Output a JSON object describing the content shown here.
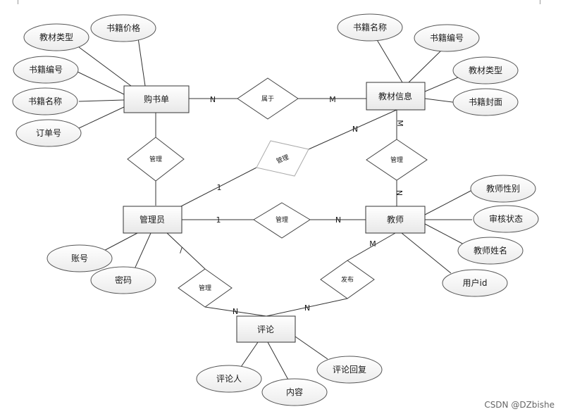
{
  "entities": {
    "gouwudan": "购书单",
    "jiaocai": "教材信息",
    "guanliyuan": "管理员",
    "jiaoshi": "教师",
    "pinglun": "评论"
  },
  "relationships": {
    "shuyu": "属于",
    "guanli_gouwudan": "管理",
    "guanli_jiaocai_faded": "管理",
    "guanli_jiaocai_jiaoshi": "管理",
    "guanli_admin_teacher": "管理",
    "guanli_pinglun": "管理",
    "fabu": "发布"
  },
  "attributes": {
    "gouwudan_price": "书籍价格",
    "gouwudan_type": "教材类型",
    "gouwudan_bookno": "书籍编号",
    "gouwudan_bookname": "书籍名称",
    "gouwudan_orderno": "订单号",
    "jiaocai_bookname": "书籍名称",
    "jiaocai_bookno": "书籍编号",
    "jiaocai_type": "教材类型",
    "jiaocai_cover": "书籍封面",
    "jiaoshi_gender": "教师性别",
    "jiaoshi_review": "审核状态",
    "jiaoshi_name": "教师姓名",
    "jiaoshi_userid": "用户id",
    "admin_account": "账号",
    "admin_password": "密码",
    "pinglun_reviewer": "评论人",
    "pinglun_content": "内容",
    "pinglun_reply": "评论回复"
  },
  "cardinalities": {
    "gouwudan_shuyu": "N",
    "shuyu_jiaocai": "M",
    "jiaocai_faded": "N",
    "admin_faded": "1",
    "jiaocai_rel_top": "M",
    "jiaocai_rel_bottom": "N",
    "admin_rel": "1",
    "rel_teacher": "N",
    "admin_pinglun": "/",
    "pinglun_left": "N",
    "pinglun_right": "N",
    "teacher_fabu": "M"
  },
  "watermark": "CSDN @DZbishe"
}
